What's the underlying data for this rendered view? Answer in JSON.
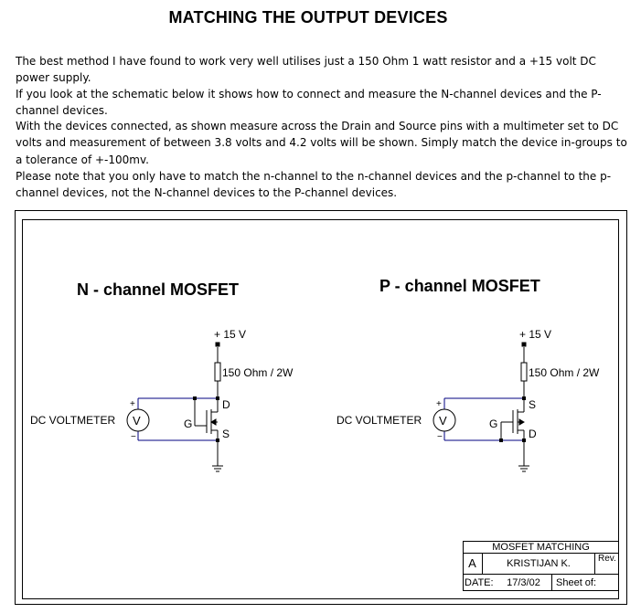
{
  "page": {
    "title": "MATCHING THE OUTPUT DEVICES",
    "paragraphs": [
      "The best method I have found to work very well utilises just a 150 Ohm 1 watt resistor and a +15 volt DC power supply.",
      "If you look at the schematic below it shows how to connect and measure the N-channel devices and the P-channel devices.",
      "With the devices connected, as shown measure across the Drain and Source pins with a multimeter set to DC volts and measurement of between 3.8 volts and 4.2 volts will be shown. Simply match the device in-groups to a tolerance of +-100mv.",
      "Please note that you only have to match the n-channel to the n-channel devices and the p-channel to the p-channel devices, not the N-channel devices to the P-channel devices."
    ]
  },
  "schematic": {
    "wire_color": "#000080",
    "n_channel": {
      "title": "N - channel MOSFET",
      "supply": "+ 15 V",
      "resistor": "150 Ohm / 2W",
      "meter_label": "DC VOLTMETER",
      "meter_symbol": "V",
      "plus": "+",
      "minus": "−",
      "gate": "G",
      "top_pin": "D",
      "bottom_pin": "S"
    },
    "p_channel": {
      "title": "P - channel MOSFET",
      "supply": "+ 15 V",
      "resistor": "150 Ohm / 2W",
      "meter_label": "DC VOLTMETER",
      "meter_symbol": "V",
      "plus": "+",
      "minus": "−",
      "gate": "G",
      "top_pin": "S",
      "bottom_pin": "D"
    }
  },
  "title_block": {
    "name": "MOSFET MATCHING",
    "size": "A",
    "author": "KRISTIJAN K.",
    "rev_label": "Rev.",
    "date_label": "DATE:",
    "date": "17/3/02",
    "sheet_label": "Sheet of:"
  }
}
